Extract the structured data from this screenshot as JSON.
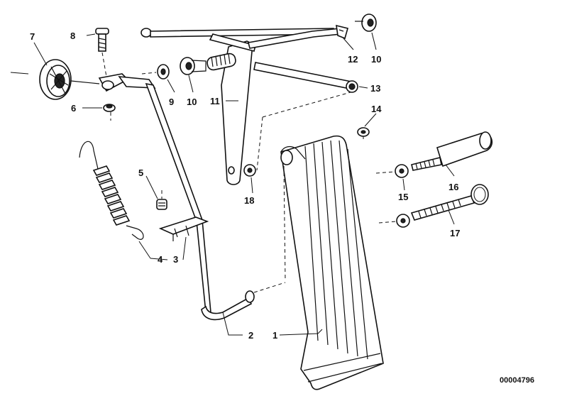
{
  "diagram_code": "00004796",
  "callouts": [
    {
      "id": "1",
      "label": "1"
    },
    {
      "id": "2",
      "label": "2"
    },
    {
      "id": "3",
      "label": "3"
    },
    {
      "id": "4",
      "label": "4"
    },
    {
      "id": "5",
      "label": "5"
    },
    {
      "id": "6",
      "label": "6"
    },
    {
      "id": "7",
      "label": "7"
    },
    {
      "id": "8",
      "label": "8"
    },
    {
      "id": "9",
      "label": "9"
    },
    {
      "id": "10a",
      "label": "10"
    },
    {
      "id": "10b",
      "label": "10"
    },
    {
      "id": "11",
      "label": "11"
    },
    {
      "id": "12",
      "label": "12"
    },
    {
      "id": "13",
      "label": "13"
    },
    {
      "id": "14",
      "label": "14"
    },
    {
      "id": "15",
      "label": "15"
    },
    {
      "id": "16",
      "label": "16"
    },
    {
      "id": "17",
      "label": "17"
    },
    {
      "id": "18",
      "label": "18"
    }
  ]
}
